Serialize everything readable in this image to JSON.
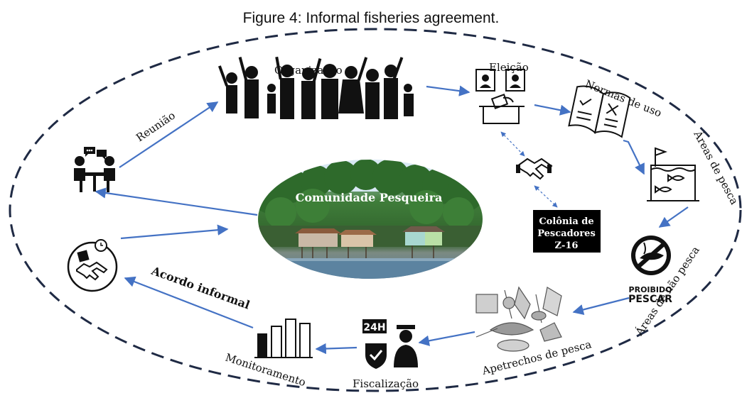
{
  "figure_title": "Figure 4: Informal fisheries agreement.",
  "center_label": "Comunidade Pesqueira",
  "colonia_label": {
    "line1": "Colônia de",
    "line2": "Pescadores",
    "line3": "Z-16"
  },
  "stages": {
    "reuniao": "Reunião",
    "organizacao": "Organização",
    "eleicao": "Eleição",
    "normas": "Normas de uso",
    "areas_pesca": "Áreas de pesca",
    "areas_nao_pesca": "Áreas de não pesca",
    "apetrechos": "Apetrechos de pesca",
    "fiscalizacao": "Fiscalização",
    "monitoramento": "Monitoramento",
    "acordo": "Acordo informal"
  },
  "sign": {
    "line1": "PROIBIDO",
    "line2": "PESCAR"
  },
  "badge_24h": "24H",
  "colors": {
    "arrow": "#4472c4",
    "ellipse_border": "#1f2a44",
    "black_box": "#000000"
  },
  "icons": [
    "meeting-icon",
    "crowd-icon",
    "ballot-icon",
    "handshake-icon",
    "rulebook-icon",
    "fish-tank-icon",
    "no-fishing-icon",
    "fishing-gear-icon",
    "guard-icon",
    "bar-chart-icon",
    "contract-handshake-icon"
  ]
}
